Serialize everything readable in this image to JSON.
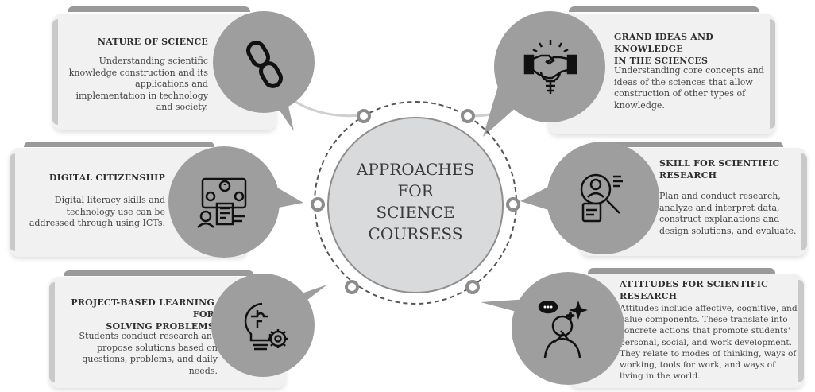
{
  "center": {
    "lines": [
      "APPROACHES",
      "FOR",
      "SCIENCE",
      "COURSESS"
    ]
  },
  "cards": {
    "nature": {
      "title": "NATURE OF SCIENCE",
      "body": "Understanding scientific knowledge construction and its applications and implementation in technology and society.",
      "icon": "chain-link-icon"
    },
    "digital": {
      "title": "DIGITAL CITIZENSHIP",
      "body": "Digital literacy skills and technology use can be addressed through using ICTs.",
      "icon": "digital-communication-icon"
    },
    "project": {
      "title_line1": "PROJECT-BASED LEARNING FOR",
      "title_line2": "SOLVING PROBLEMS",
      "body": "Students conduct research and propose solutions based on questions, problems, and daily needs.",
      "icon": "lightbulb-puzzle-gear-icon"
    },
    "grand": {
      "title_line1": "GRAND IDEAS AND KNOWLEDGE",
      "title_line2": "IN THE SCIENCES",
      "body": "Understanding core concepts and ideas of the sciences that allow construction of other types of knowledge.",
      "icon": "handshake-lightbulb-icon"
    },
    "skill": {
      "title_line1": "SKILL FOR SCIENTIFIC",
      "title_line2": "RESEARCH",
      "body": "Plan and conduct research, analyze and interpret data, construct explanations and design solutions, and evaluate.",
      "icon": "researcher-magnifier-icon"
    },
    "attitudes": {
      "title_line1": "ATTITUDES FOR SCIENTIFIC",
      "title_line2": "RESEARCH",
      "body": "Attitudes include affective, cognitive, and value components. These translate into concrete actions that promote students' personal, social, and work development. They relate to modes of thinking, ways of working, tools for work, and ways of living in the world.",
      "icon": "thinking-person-icon"
    }
  },
  "colors": {
    "bubble": "#9e9e9e",
    "card": "#f1f1f1",
    "accent": "#9a9a9a"
  }
}
